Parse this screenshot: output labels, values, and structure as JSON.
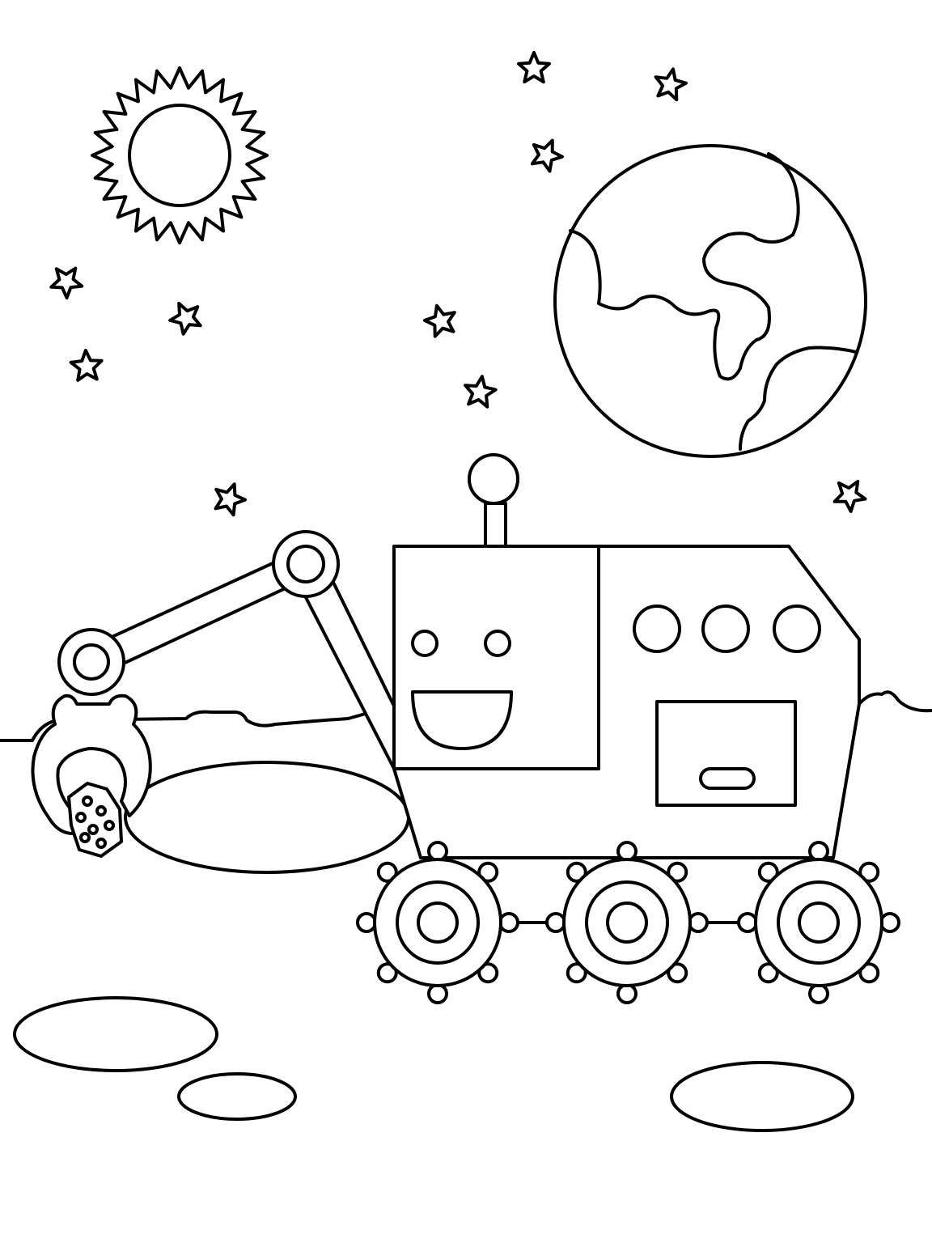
{
  "colors": {
    "stroke": "#000000",
    "background": "#ffffff"
  },
  "scene": {
    "elements": [
      "sun",
      "earth",
      "stars",
      "rover",
      "robotic-arm",
      "rock",
      "craters",
      "ground"
    ],
    "star_count": 10,
    "wheel_count": 3
  }
}
